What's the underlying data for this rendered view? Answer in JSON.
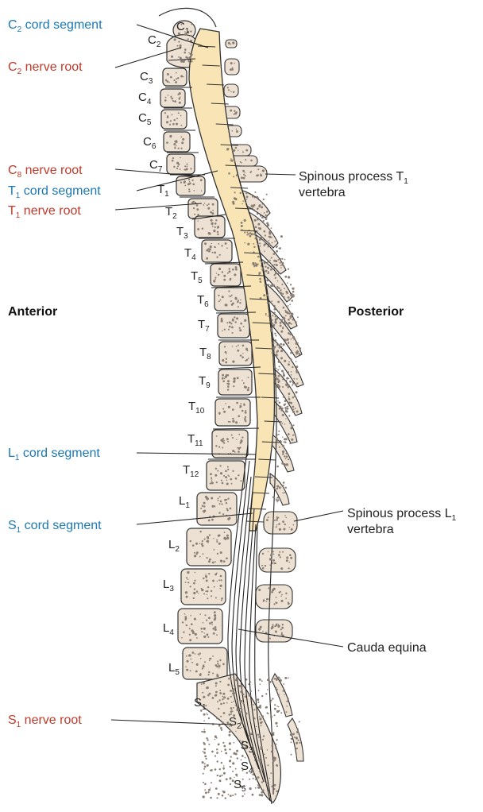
{
  "colors": {
    "cord_label": "#1a78b4",
    "root_label": "#c0392b",
    "dark_label": "#222222",
    "bone_fill": "#ede1d3",
    "cord_fill": "#f8e4b4"
  },
  "orientation": {
    "anterior": "Anterior",
    "posterior": "Posterior"
  },
  "labels": {
    "c2_cord": {
      "base": "C",
      "sub": "2",
      "rest": " cord segment"
    },
    "c2_root": {
      "base": "C",
      "sub": "2",
      "rest": " nerve root"
    },
    "c8_root": {
      "base": "C",
      "sub": "8",
      "rest": " nerve root"
    },
    "t1_cord": {
      "base": "T",
      "sub": "1",
      "rest": " cord segment"
    },
    "t1_root": {
      "base": "T",
      "sub": "1",
      "rest": " nerve root"
    },
    "l1_cord": {
      "base": "L",
      "sub": "1",
      "rest": " cord segment"
    },
    "s1_cord": {
      "base": "S",
      "sub": "1",
      "rest": " cord segment"
    },
    "s1_root": {
      "base": "S",
      "sub": "1",
      "rest": " nerve root"
    },
    "spinous_t1_line1": {
      "base": "Spinous process T",
      "sub": "1",
      "rest": ""
    },
    "spinous_t1_line2": "vertebra",
    "spinous_l1_line1": {
      "base": "Spinous process L",
      "sub": "1",
      "rest": ""
    },
    "spinous_l1_line2": "vertebra",
    "cauda_equina": "Cauda equina"
  },
  "vertebrae": [
    {
      "base": "C",
      "sub": "1"
    },
    {
      "base": "C",
      "sub": "2"
    },
    {
      "base": "C",
      "sub": "3"
    },
    {
      "base": "C",
      "sub": "4"
    },
    {
      "base": "C",
      "sub": "5"
    },
    {
      "base": "C",
      "sub": "6"
    },
    {
      "base": "C",
      "sub": "7"
    },
    {
      "base": "T",
      "sub": "1"
    },
    {
      "base": "T",
      "sub": "2"
    },
    {
      "base": "T",
      "sub": "3"
    },
    {
      "base": "T",
      "sub": "4"
    },
    {
      "base": "T",
      "sub": "5"
    },
    {
      "base": "T",
      "sub": "6"
    },
    {
      "base": "T",
      "sub": "7"
    },
    {
      "base": "T",
      "sub": "8"
    },
    {
      "base": "T",
      "sub": "9"
    },
    {
      "base": "T",
      "sub": "10"
    },
    {
      "base": "T",
      "sub": "11"
    },
    {
      "base": "T",
      "sub": "12"
    },
    {
      "base": "L",
      "sub": "1"
    },
    {
      "base": "L",
      "sub": "2"
    },
    {
      "base": "L",
      "sub": "3"
    },
    {
      "base": "L",
      "sub": "4"
    },
    {
      "base": "L",
      "sub": "5"
    },
    {
      "base": "S",
      "sub": "1"
    },
    {
      "base": "S",
      "sub": "2"
    },
    {
      "base": "S",
      "sub": "3"
    },
    {
      "base": "S",
      "sub": "4"
    },
    {
      "base": "S",
      "sub": "5"
    }
  ]
}
